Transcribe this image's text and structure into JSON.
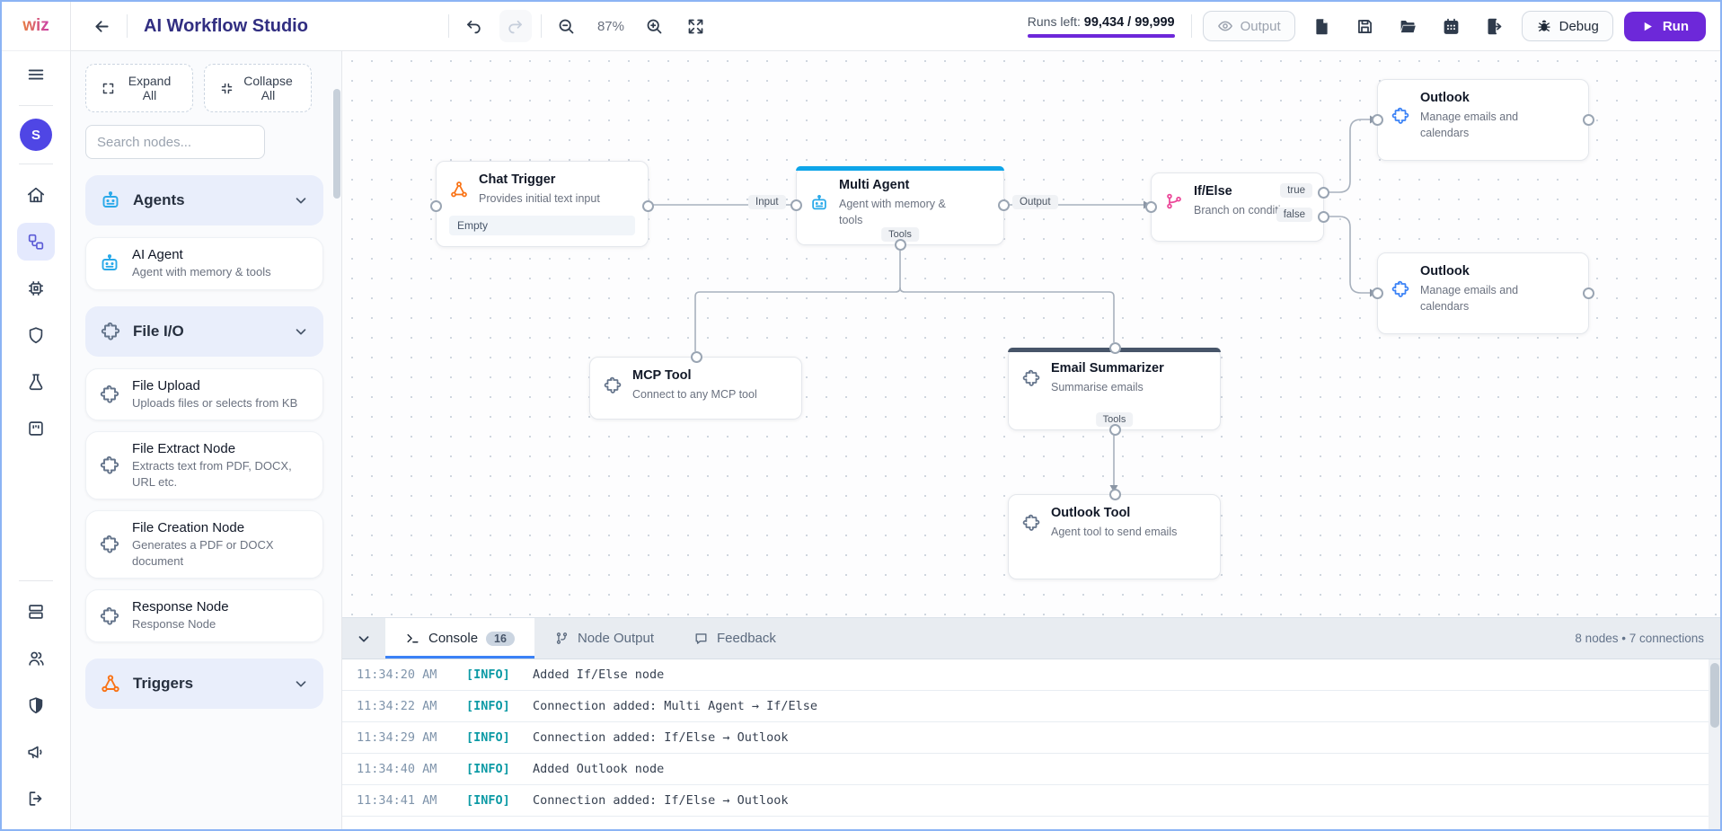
{
  "topbar": {
    "logo": "wiz",
    "title": "AI Workflow Studio",
    "zoom": "87%",
    "runs_label": "Runs left:",
    "runs_value": "99,434 / 99,999",
    "output": "Output",
    "debug": "Debug",
    "run": "Run"
  },
  "avatar": {
    "initial": "S"
  },
  "sidebar": {
    "expand": "Expand All",
    "collapse": "Collapse All",
    "search_placeholder": "Search nodes...",
    "categories": [
      {
        "label": "Agents",
        "icon": "robot-icon",
        "icon_color": "#2aa9e9"
      },
      {
        "label": "File I/O",
        "icon": "puzzle-icon",
        "icon_color": "#64748b"
      },
      {
        "label": "Triggers",
        "icon": "trigger-icon",
        "icon_color": "#f97316"
      }
    ],
    "nodes": [
      {
        "title": "AI Agent",
        "desc": "Agent with memory & tools"
      },
      {
        "title": "File Upload",
        "desc": "Uploads files or selects from KB"
      },
      {
        "title": "File Extract Node",
        "desc": "Extracts text from PDF, DOCX, URL etc."
      },
      {
        "title": "File Creation Node",
        "desc": "Generates a PDF or DOCX document"
      },
      {
        "title": "Response Node",
        "desc": "Response Node"
      }
    ]
  },
  "canvas": {
    "labels": {
      "input": "Input",
      "output": "Output",
      "tools": "Tools",
      "empty": "Empty",
      "if_true": "true",
      "if_false": "false"
    },
    "nodes": [
      {
        "title": "Chat Trigger",
        "desc": "Provides initial text input"
      },
      {
        "title": "Multi Agent",
        "desc": "Agent with memory & tools"
      },
      {
        "title": "If/Else",
        "desc": "Branch on conditi"
      },
      {
        "title": "Outlook",
        "desc": "Manage emails and calendars"
      },
      {
        "title": "Outlook",
        "desc": "Manage emails and calendars"
      },
      {
        "title": "MCP Tool",
        "desc": "Connect to any MCP tool"
      },
      {
        "title": "Email Summarizer",
        "desc": "Summarise emails"
      },
      {
        "title": "Outlook Tool",
        "desc": "Agent tool to send emails"
      }
    ]
  },
  "console": {
    "tabs": [
      {
        "label": "Console",
        "badge": "16"
      },
      {
        "label": "Node Output"
      },
      {
        "label": "Feedback"
      }
    ],
    "status": "8 nodes • 7 connections",
    "logs": [
      {
        "time": "11:34:20 AM",
        "level": "[INFO]",
        "message": "Added If/Else node"
      },
      {
        "time": "11:34:22 AM",
        "level": "[INFO]",
        "message": "Connection added: Multi Agent → If/Else"
      },
      {
        "time": "11:34:29 AM",
        "level": "[INFO]",
        "message": "Connection added: If/Else → Outlook"
      },
      {
        "time": "11:34:40 AM",
        "level": "[INFO]",
        "message": "Added Outlook node"
      },
      {
        "time": "11:34:41 AM",
        "level": "[INFO]",
        "message": "Connection added: If/Else → Outlook"
      }
    ]
  }
}
